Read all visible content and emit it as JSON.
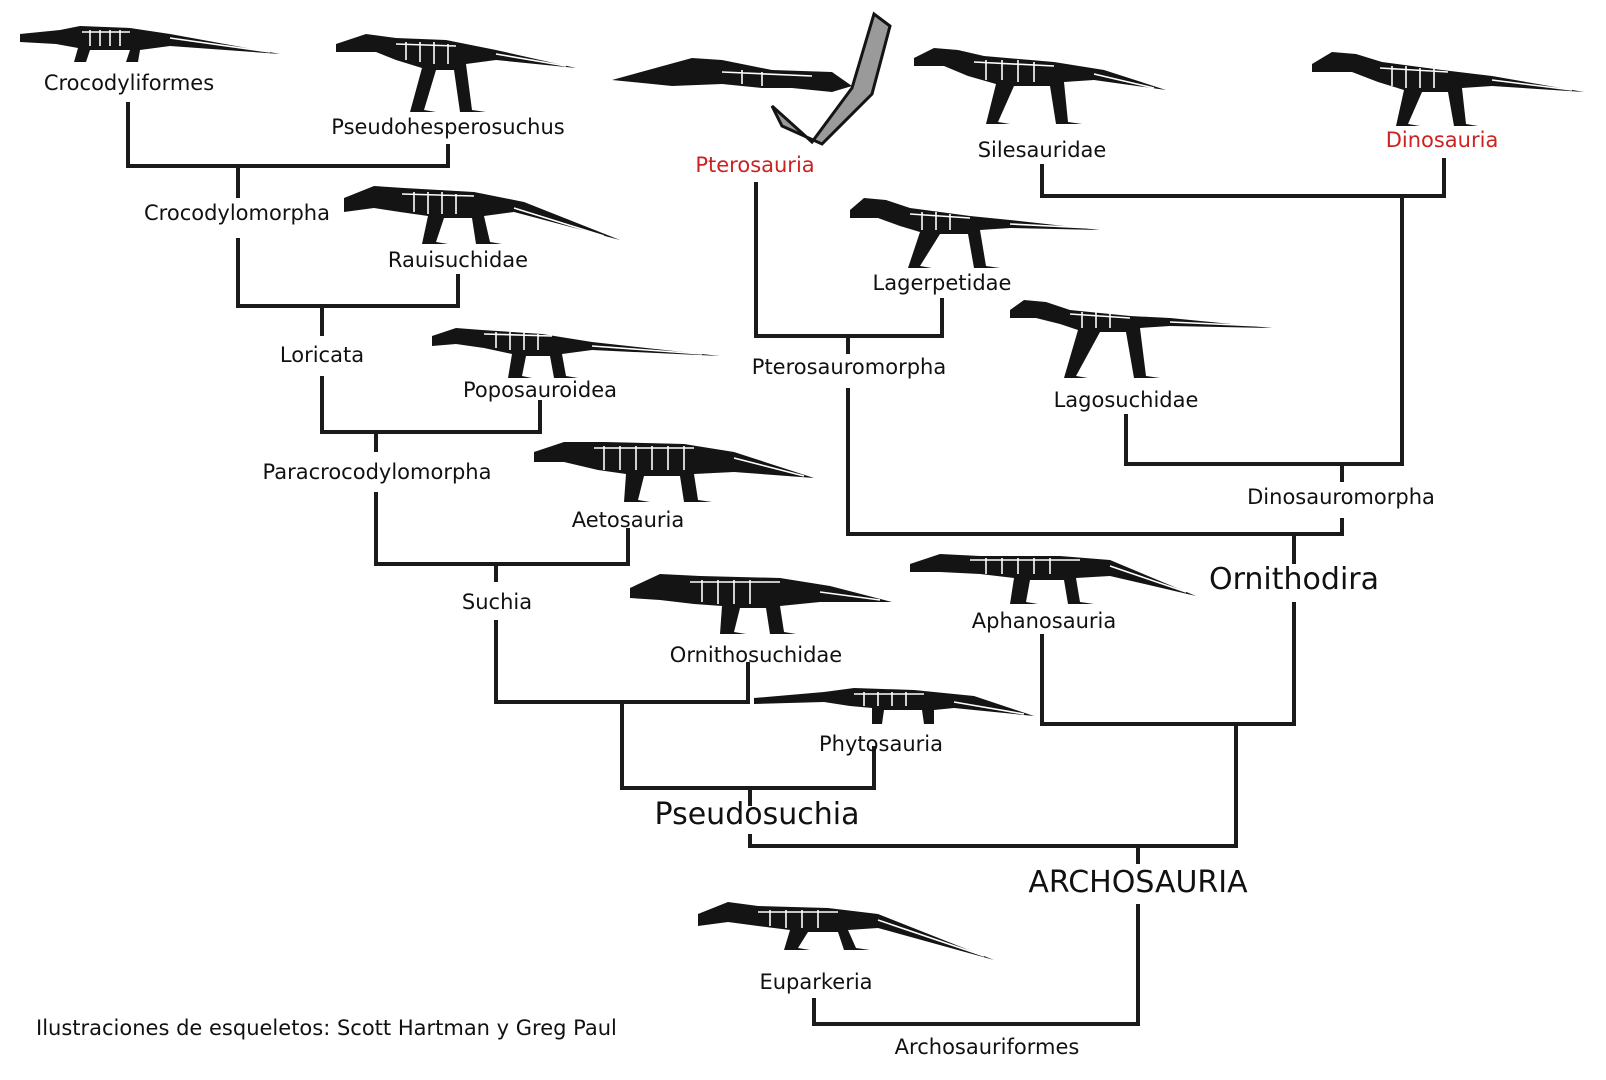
{
  "taxa": {
    "crocodyliformes": "Crocodyliformes",
    "pseudohesperosuchus": "Pseudohesperosuchus",
    "crocodylomorpha": "Crocodylomorpha",
    "rauisuchidae": "Rauisuchidae",
    "loricata": "Loricata",
    "poposauroidea": "Poposauroidea",
    "paracrocodylomorpha": "Paracrocodylomorpha",
    "aetosauria": "Aetosauria",
    "suchia": "Suchia",
    "ornithosuchidae": "Ornithosuchidae",
    "phytosauria": "Phytosauria",
    "pseudosuchia": "Pseudosuchia",
    "pterosauria": "Pterosauria",
    "lagerpetidae": "Lagerpetidae",
    "pterosauromorpha": "Pterosauromorpha",
    "silesauridae": "Silesauridae",
    "dinosauria": "Dinosauria",
    "lagosuchidae": "Lagosuchidae",
    "dinosauromorpha": "Dinosauromorpha",
    "ornithodira": "Ornithodira",
    "aphanosauria": "Aphanosauria",
    "archosauria": "ARCHOSAURIA",
    "euparkeria": "Euparkeria",
    "archosauriformes": "Archosauriformes"
  },
  "credit": "Ilustraciones de esqueletos: Scott Hartman y Greg Paul",
  "colors": {
    "line": "#1a1a1a",
    "highlight_text": "#cc2222",
    "pterosaur_wing": "#9a9a9a"
  }
}
